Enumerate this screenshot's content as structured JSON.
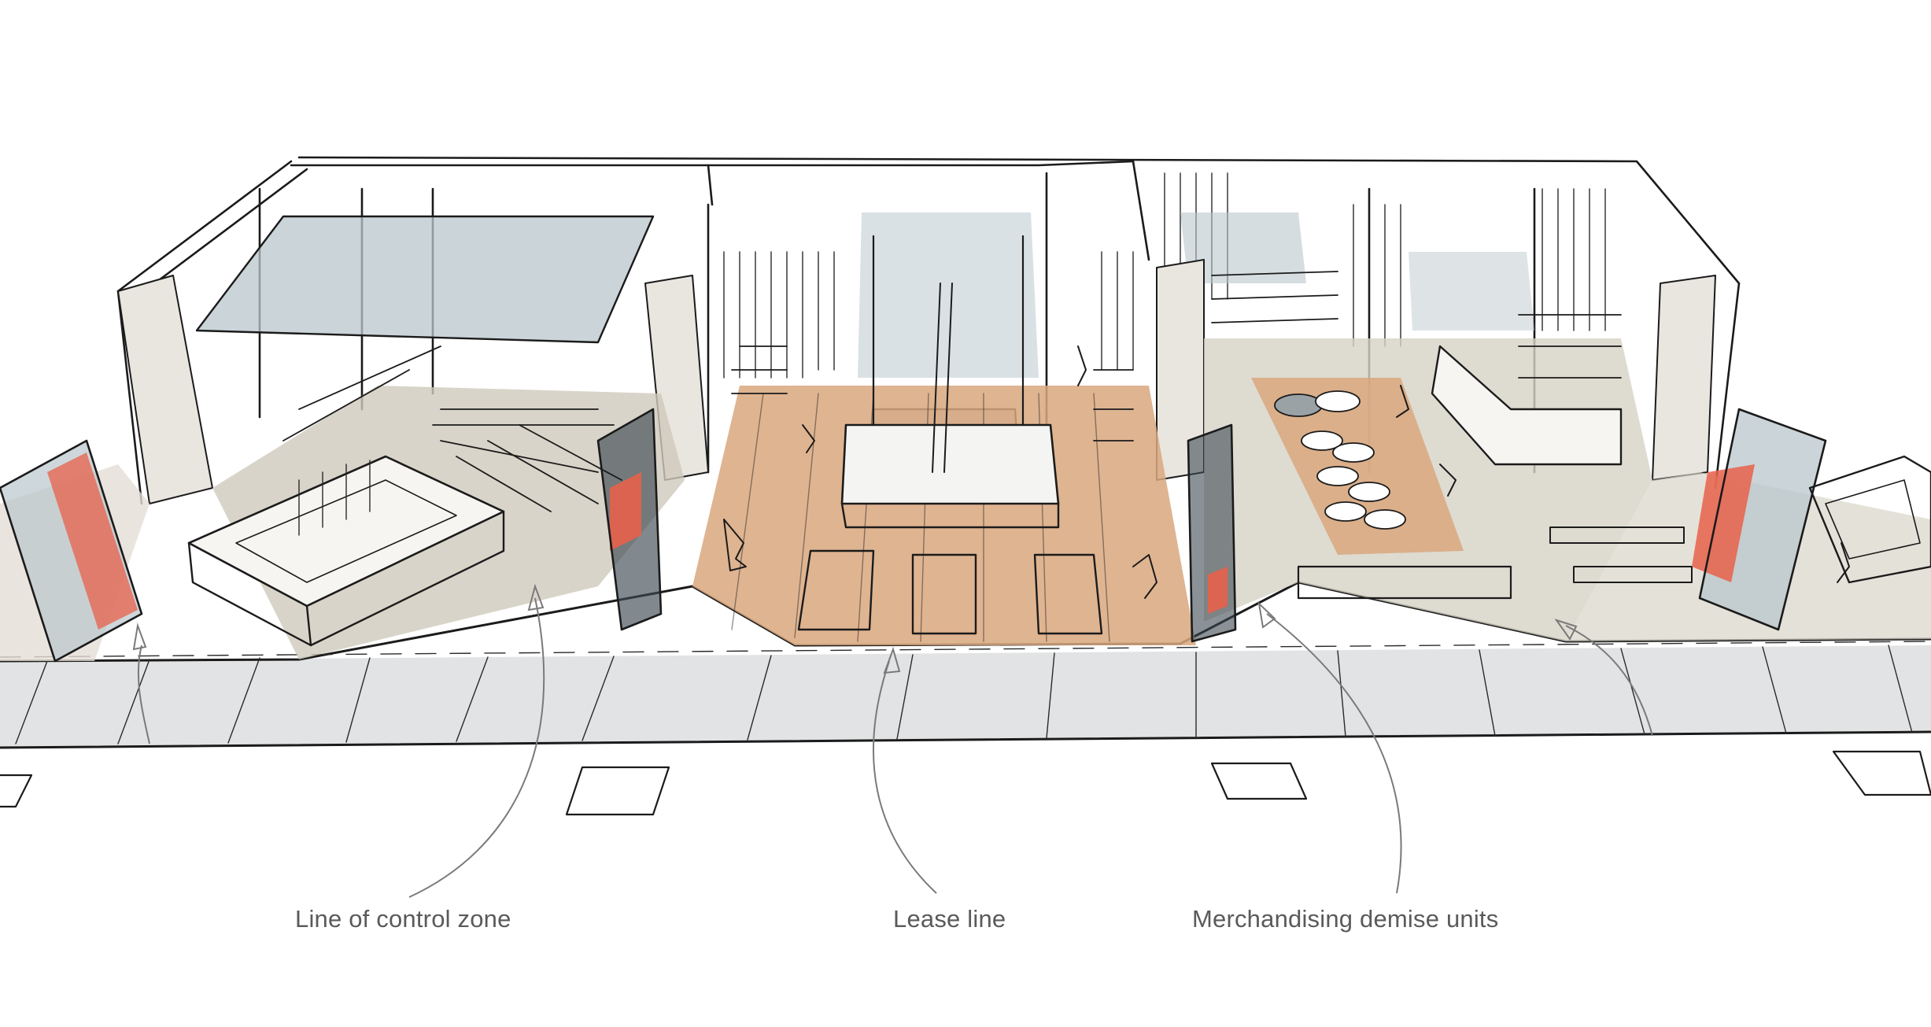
{
  "annotations": [
    {
      "id": "control-zone",
      "text": "Line of control zone"
    },
    {
      "id": "lease-line",
      "text": "Lease line"
    },
    {
      "id": "demise-units",
      "text": "Merchandising demise units"
    }
  ],
  "colors": {
    "ink": "#1b1b1b",
    "glass": "#b9c6cc",
    "timber_floor": "#d9a77e",
    "stone_floor": "#cfc9bc",
    "pavement": "#dcdedf",
    "accent_red": "#e8604a",
    "label_text": "#5a5a5a"
  }
}
